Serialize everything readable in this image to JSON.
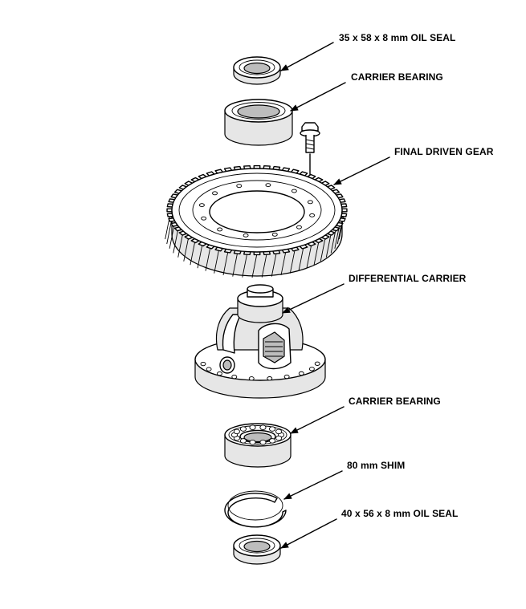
{
  "labels": {
    "oil_seal_top": "35 x 58 x 8 mm OIL SEAL",
    "carrier_bearing_top": "CARRIER BEARING",
    "final_driven_gear": "FINAL DRIVEN GEAR",
    "differential_carrier": "DIFFERENTIAL CARRIER",
    "carrier_bearing_bottom": "CARRIER BEARING",
    "shim": "80 mm SHIM",
    "oil_seal_bottom": "40 x 56 x 8 mm OIL SEAL"
  }
}
